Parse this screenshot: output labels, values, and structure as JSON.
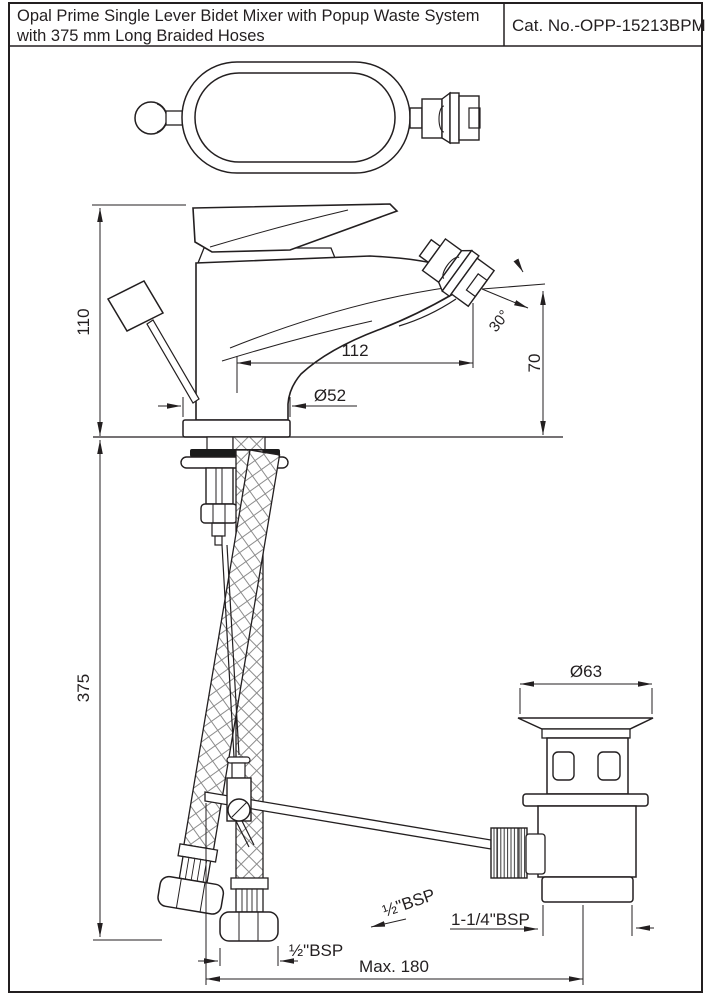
{
  "title_block": {
    "product_title_line1": "Opal Prime Single Lever Bidet Mixer with Popup Waste System",
    "product_title_line2": "with 375 mm Long Braided Hoses",
    "catalog_number": "Cat. No.-OPP-15213BPM"
  },
  "dimensions": {
    "body_height": "110",
    "hose_length": "375",
    "spout_reach": "112",
    "base_diameter": "Ø52",
    "aerator_height": "70",
    "spout_angle": "30°",
    "waste_flange_diameter": "Ø63",
    "hose_thread_left": "½\"BSP",
    "hose_thread_right": "½\"BSP",
    "waste_thread": "1-1/4\"BSP",
    "max_linkage_reach": "Max. 180"
  },
  "colors": {
    "line": "#231f20",
    "background": "#ffffff",
    "gasket": "#1b1b1b"
  }
}
